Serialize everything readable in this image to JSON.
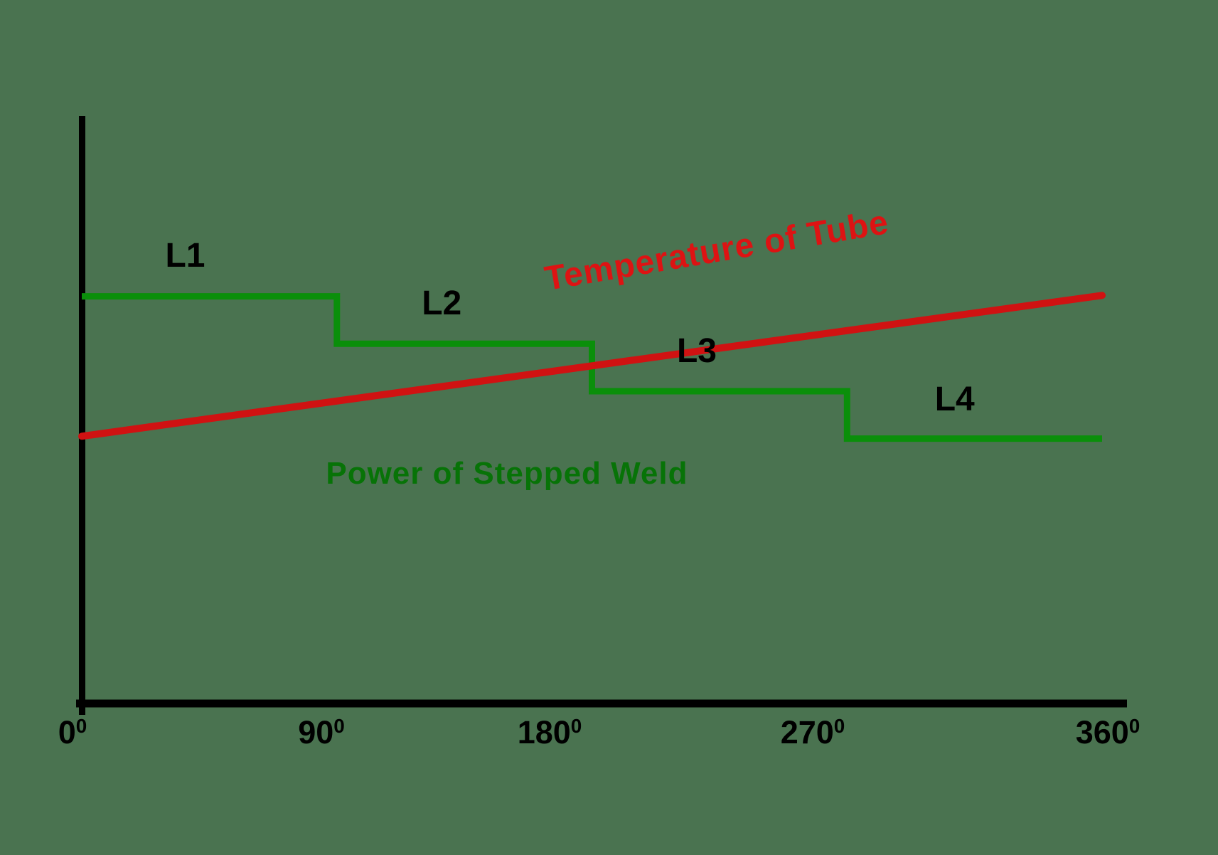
{
  "colors": {
    "background": "#4a7350",
    "axis": "#000000",
    "power_line": "#0a8f0a",
    "power_text": "#077307",
    "temperature_line": "#d01212",
    "temperature_text": "#dd1313",
    "step_label_text": "#000000",
    "tick_text": "#000000"
  },
  "chart_data": {
    "type": "line",
    "title": "",
    "grid": false,
    "legend": "none (inline series labels)",
    "x_axis": {
      "unit": "degrees of rotation",
      "range_deg": [
        0,
        360
      ],
      "ticks": [
        {
          "text": "0",
          "sup": "0"
        },
        {
          "text": "90",
          "sup": "0"
        },
        {
          "text": "180",
          "sup": "0"
        },
        {
          "text": "270",
          "sup": "0"
        },
        {
          "text": "360",
          "sup": "0"
        }
      ]
    },
    "y_axis": {
      "label": "",
      "note": "unlabeled relative scale; power levels expressed as relative units"
    },
    "series": [
      {
        "name": "Power of Stepped Weld",
        "type": "step",
        "color_key": "power_line",
        "steps": [
          {
            "label": "L1",
            "x_from_deg": 0,
            "x_to_deg": 90,
            "level": 4,
            "label_at": {
              "deg": 36.5,
              "level": 4.85
            }
          },
          {
            "label": "L2",
            "x_from_deg": 90,
            "x_to_deg": 180,
            "level": 3,
            "label_at": {
              "deg": 127,
              "level": 3.85
            }
          },
          {
            "label": "L3",
            "x_from_deg": 180,
            "x_to_deg": 270,
            "level": 2,
            "label_at": {
              "deg": 217,
              "level": 2.84
            }
          },
          {
            "label": "L4",
            "x_from_deg": 270,
            "x_to_deg": 360,
            "level": 1,
            "label_at": {
              "deg": 308,
              "level": 1.82
            }
          }
        ]
      },
      {
        "name": "Temperature of Tube",
        "type": "linear",
        "color_key": "temperature_line",
        "points": [
          {
            "deg": 0,
            "level": 1.05
          },
          {
            "deg": 360,
            "level": 4.02
          }
        ]
      }
    ],
    "series_labels": [
      {
        "series_index": 1,
        "color_key": "temperature_text",
        "at": {
          "deg": 224,
          "level": 4.96
        },
        "rotate_deg": -9.5,
        "name": "temperature-series-label"
      },
      {
        "series_index": 0,
        "color_key": "power_text",
        "at": {
          "deg": 150,
          "level": 0.26
        },
        "rotate_deg": 0,
        "name": "power-series-label"
      }
    ]
  }
}
